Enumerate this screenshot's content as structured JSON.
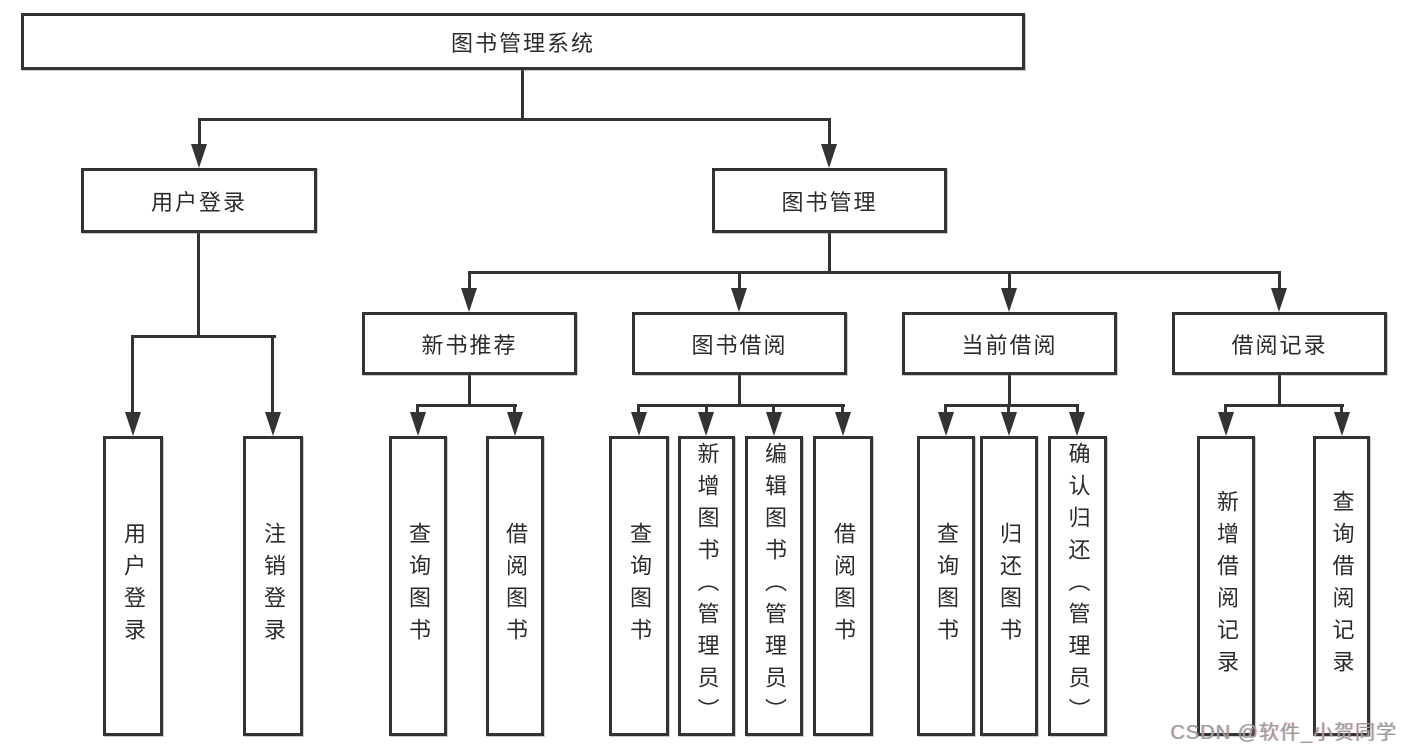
{
  "tree": {
    "root": {
      "label": "图书管理系统"
    },
    "branches": [
      {
        "label": "用户登录",
        "children": [
          {
            "label": "用户登录"
          },
          {
            "label": "注销登录"
          }
        ]
      },
      {
        "label": "图书管理",
        "groups": [
          {
            "label": "新书推荐",
            "children": [
              {
                "label": "查询图书"
              },
              {
                "label": "借阅图书"
              }
            ]
          },
          {
            "label": "图书借阅",
            "children": [
              {
                "label": "查询图书"
              },
              {
                "label": "新增图书（管理员）"
              },
              {
                "label": "编辑图书（管理员）"
              },
              {
                "label": "借阅图书"
              }
            ]
          },
          {
            "label": "当前借阅",
            "children": [
              {
                "label": "查询图书"
              },
              {
                "label": "归还图书"
              },
              {
                "label": "确认归还（管理员）"
              }
            ]
          },
          {
            "label": "借阅记录",
            "children": [
              {
                "label": "新增借阅记录"
              },
              {
                "label": "查询借阅记录"
              }
            ]
          }
        ]
      }
    ]
  },
  "watermark": {
    "text": "CSDN @软件_小贺同学"
  },
  "colors": {
    "line": "#333333",
    "box_border": "#333333",
    "box_fill": "#ffffff",
    "text": "#2b2b2b",
    "watermark": "#9b9b9b"
  }
}
